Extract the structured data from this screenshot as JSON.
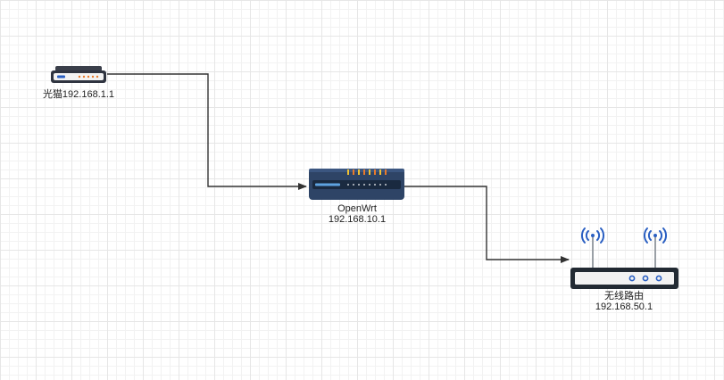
{
  "nodes": {
    "modem": {
      "label": "光猫192.168.1.1"
    },
    "openwrt": {
      "name": "OpenWrt",
      "ip": "192.168.10.1"
    },
    "wireless_router": {
      "name": "无线路由",
      "ip": "192.168.50.1"
    }
  },
  "edges": [
    {
      "from": "modem",
      "to": "openwrt"
    },
    {
      "from": "openwrt",
      "to": "wireless_router"
    }
  ],
  "colors": {
    "connector": "#333333",
    "device_dark": "#2e4466",
    "led_orange": "#e87a2c",
    "led_yellow": "#f1c232",
    "wifi_blue": "#2a5fc2"
  }
}
